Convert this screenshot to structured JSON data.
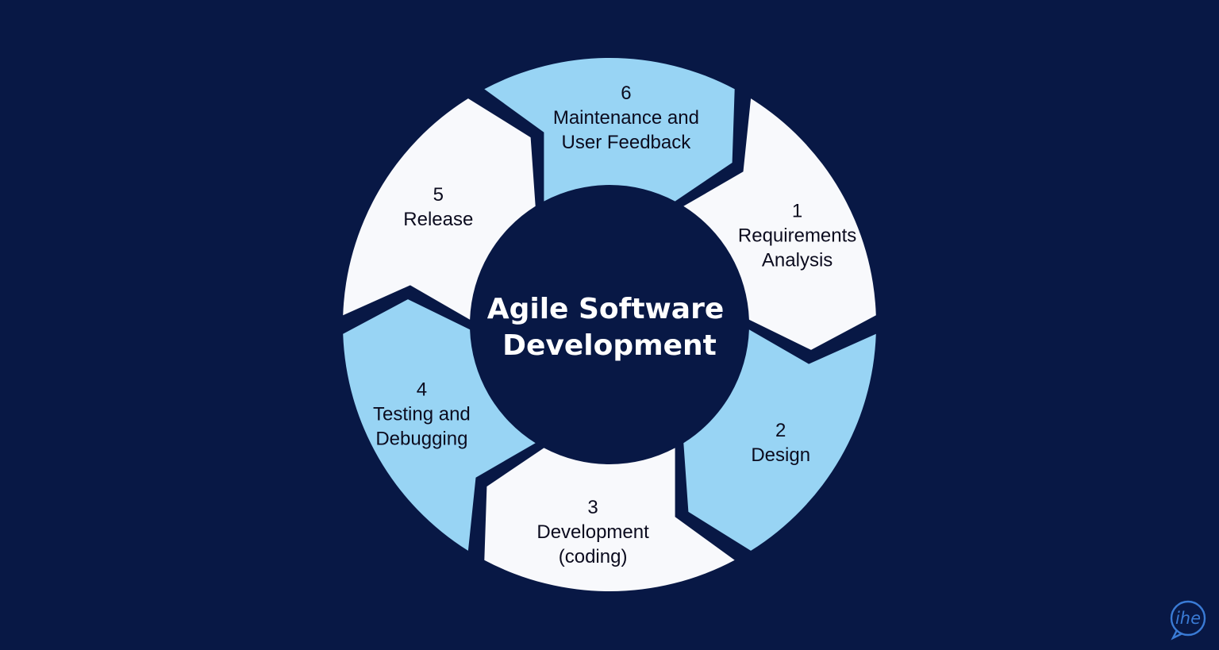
{
  "colors": {
    "background": "#081845",
    "light_segment": "#F8F9FC",
    "blue_segment": "#98D4F4",
    "segment_text": "#0B0B1E",
    "center_text": "#FFFFFF",
    "logo": "#3A7BD5"
  },
  "center": {
    "lines": [
      "Agile Software",
      "Development"
    ]
  },
  "cycle": {
    "steps": [
      {
        "number": "1",
        "lines": [
          "Requirements",
          "Analysis"
        ],
        "tone": "light"
      },
      {
        "number": "2",
        "lines": [
          "Design"
        ],
        "tone": "blue"
      },
      {
        "number": "3",
        "lines": [
          "Development",
          "(coding)"
        ],
        "tone": "light"
      },
      {
        "number": "4",
        "lines": [
          "Testing and",
          "Debugging"
        ],
        "tone": "blue"
      },
      {
        "number": "5",
        "lines": [
          "Release"
        ],
        "tone": "light"
      },
      {
        "number": "6",
        "lines": [
          "Maintenance and",
          "User Feedback"
        ],
        "tone": "blue"
      }
    ]
  },
  "logo": {
    "text": "ihe",
    "icon": "ihe-logo-icon"
  }
}
